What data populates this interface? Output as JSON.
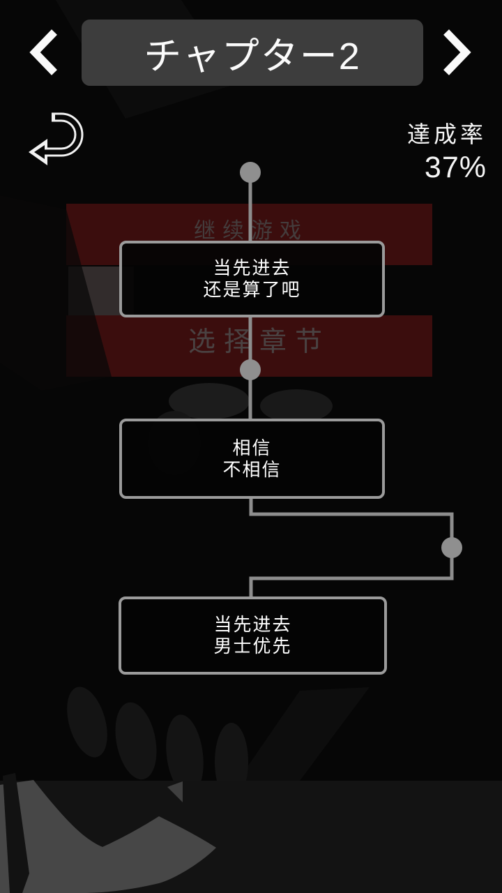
{
  "header": {
    "title": "チャプター2"
  },
  "achievement": {
    "label": "達成率",
    "value": "37%"
  },
  "background_menu": {
    "items": [
      {
        "label": "继续游戏"
      },
      {
        "label": "选择章节"
      }
    ]
  },
  "flowchart": {
    "nodes": [
      {
        "line1": "当先进去",
        "line2": "还是算了吧"
      },
      {
        "line1": "相信",
        "line2": "不相信"
      },
      {
        "line1": "当先进去",
        "line2": "男士优先"
      }
    ]
  },
  "icons": {
    "prev": "chevron-left-icon",
    "next": "chevron-right-icon",
    "back": "return-arrow-icon",
    "node_dot": "connector-dot"
  },
  "colors": {
    "background": "#060606",
    "title_plate": "#3d3d3d",
    "menu_red": "#3b0d0d",
    "connector_gray": "#8d8d8d",
    "node_border": "#9b9b9b",
    "text_white": "#ffffff",
    "dimmed_text": "#4a4242",
    "bottom_art_gray": "#474747"
  }
}
